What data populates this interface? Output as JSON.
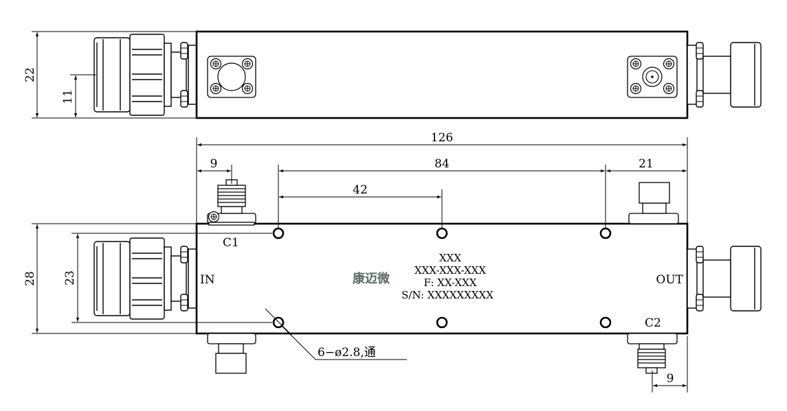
{
  "dimensions": {
    "side_height": "22",
    "side_center": "11",
    "overall_length": "126",
    "hole_span": "84",
    "hole_half": "42",
    "left_port_offset": "9",
    "right_offset": "21",
    "front_height": "28",
    "hole_height": "23",
    "right_port_offset": "9"
  },
  "ports": {
    "input": "IN",
    "output": "OUT",
    "coupled_1": "C1",
    "coupled_2": "C2"
  },
  "label": {
    "logo": "康迈微",
    "line1": "XXX",
    "line2": "XXX-XXX-XXX",
    "line3": "F: XX-XXX",
    "line4": "S/N: XXXXXXXXX"
  },
  "hole_callout": "6−ø2.8,通"
}
